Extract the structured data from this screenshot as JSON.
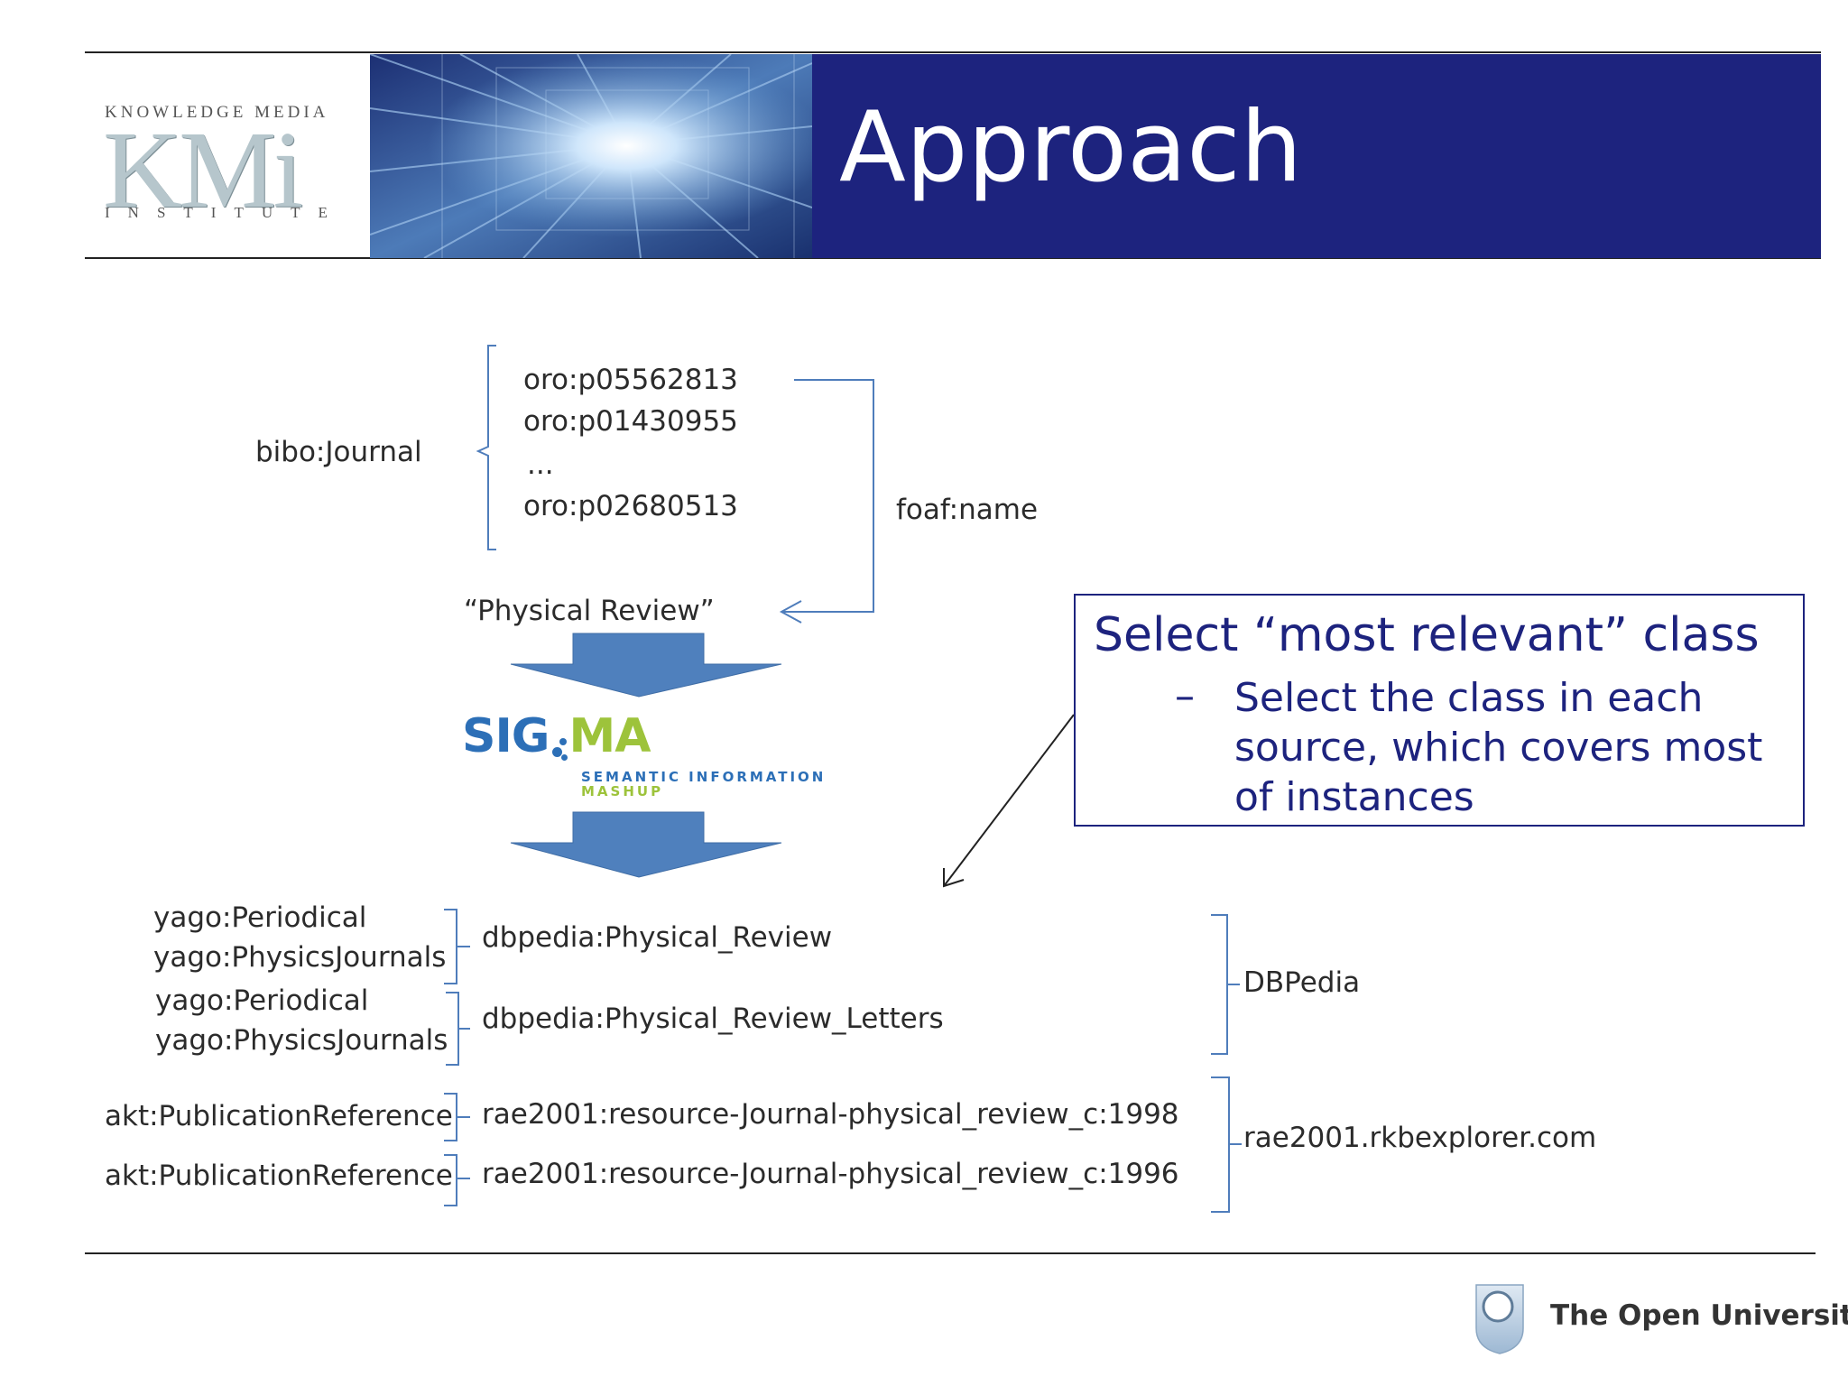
{
  "header": {
    "title": "Approach",
    "logo": {
      "top_text": "KNOWLEDGE MEDIA",
      "big_text": "KMi",
      "bottom_text": "INSTITUTE"
    }
  },
  "diagram": {
    "journal_class": "bibo:Journal",
    "instances": [
      "oro:p05562813",
      "oro:p01430955",
      "...",
      "oro:p02680513"
    ],
    "property": "foaf:name",
    "name_value": "“Physical Review”",
    "sigma_logo": {
      "sig": "SIG",
      "ma": "MA",
      "sub_line1": "SEMANTIC INFORMATION",
      "sub_line2": "MASHUP"
    },
    "dbpedia_groups": [
      {
        "classes": [
          "yago:Periodical",
          "yago:PhysicsJournals"
        ],
        "resource": "dbpedia:Physical_Review"
      },
      {
        "classes": [
          "yago:Periodical",
          "yago:PhysicsJournals"
        ],
        "resource": "dbpedia:Physical_Review_Letters"
      }
    ],
    "dbpedia_source": "DBPedia",
    "rae_groups": [
      {
        "class": "akt:PublicationReference",
        "resource": "rae2001:resource-Journal-physical_review_c:1998"
      },
      {
        "class": "akt:PublicationReference",
        "resource": "rae2001:resource-Journal-physical_review_c:1996"
      }
    ],
    "rae_source": "rae2001.rkbexplorer.com"
  },
  "callout": {
    "heading": "Select “most relevant” class",
    "dash": "–",
    "body": "Select the class in each source, which covers most of instances"
  },
  "footer": {
    "university": "The Open University"
  },
  "colors": {
    "title_bar": "#1d237e",
    "callout_text": "#1d237e",
    "arrow_fill": "#4f80bd",
    "bracket": "#4f7dbb"
  }
}
